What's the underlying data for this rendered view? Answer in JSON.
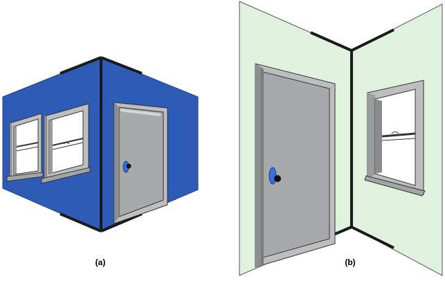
{
  "captions": {
    "a": "(a)",
    "b": "(b)"
  },
  "colors": {
    "exterior_wall": "#2d5bb5",
    "interior_wall": "#dff2de",
    "door": "#a8a9ab",
    "frame": "#bdbec0",
    "edge": "#1a1a1a",
    "knob_accent": "#3b6fd8",
    "glass": "#ffffff"
  },
  "panels": [
    {
      "id": "a",
      "subject": "exterior-corner",
      "windows": 2,
      "doors": 1
    },
    {
      "id": "b",
      "subject": "interior-corner",
      "windows": 1,
      "doors": 1
    }
  ]
}
